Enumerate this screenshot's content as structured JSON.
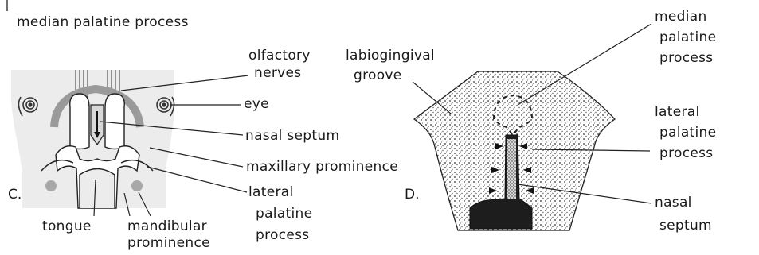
{
  "top_caption": "median palatine process",
  "panel_c": {
    "letter": "C.",
    "labels": {
      "olfactory_1": "olfactory",
      "olfactory_2": "nerves",
      "eye": "eye",
      "nasal_septum": "nasal septum",
      "maxillary": "maxillary prominence",
      "lateral_1": "lateral",
      "lateral_2": "palatine",
      "lateral_3": "process",
      "tongue": "tongue",
      "mandibular_1": "mandibular",
      "mandibular_2": "prominence"
    }
  },
  "panel_d": {
    "letter": "D.",
    "labels": {
      "labio_1": "labiogingival",
      "labio_2": "groove",
      "median_1": "median",
      "median_2": "palatine",
      "median_3": "process",
      "lateral_1": "lateral",
      "lateral_2": "palatine",
      "lateral_3": "process",
      "nasal_1": "nasal",
      "nasal_2": "septum"
    }
  }
}
